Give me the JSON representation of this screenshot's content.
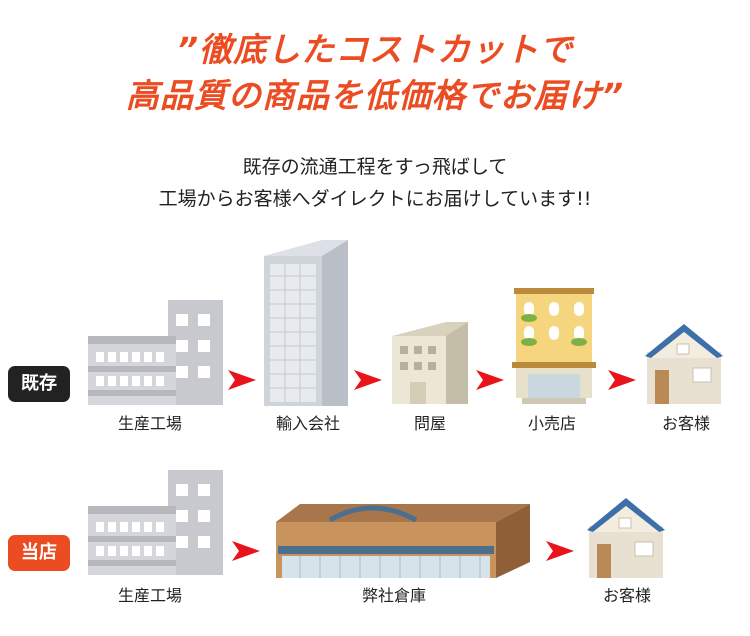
{
  "headline": {
    "line1": "”徹底したコストカットで",
    "line2": "高品質の商品を低価格でお届け”"
  },
  "subtitle": {
    "line1": "既存の流通工程をすっ飛ばして",
    "line2": "工場からお客様へダイレクトにお届けしています!!"
  },
  "rows": [
    {
      "badge": "既存",
      "badge_color": "#222222",
      "steps": [
        {
          "label": "生産工場",
          "icon": "factory-icon"
        },
        {
          "label": "輸入会社",
          "icon": "office-tower-icon"
        },
        {
          "label": "問屋",
          "icon": "wholesaler-building-icon"
        },
        {
          "label": "小売店",
          "icon": "retail-store-icon"
        },
        {
          "label": "お客様",
          "icon": "house-icon"
        }
      ]
    },
    {
      "badge": "当店",
      "badge_color": "#ec4c22",
      "steps": [
        {
          "label": "生産工場",
          "icon": "factory-icon"
        },
        {
          "label": "弊社倉庫",
          "icon": "warehouse-icon"
        },
        {
          "label": "お客様",
          "icon": "house-icon"
        }
      ]
    }
  ],
  "colors": {
    "accent": "#ec4c22",
    "arrow": "#e8131b",
    "building_gray": "#c8c9cf",
    "house_roof": "#3d6fa8"
  }
}
